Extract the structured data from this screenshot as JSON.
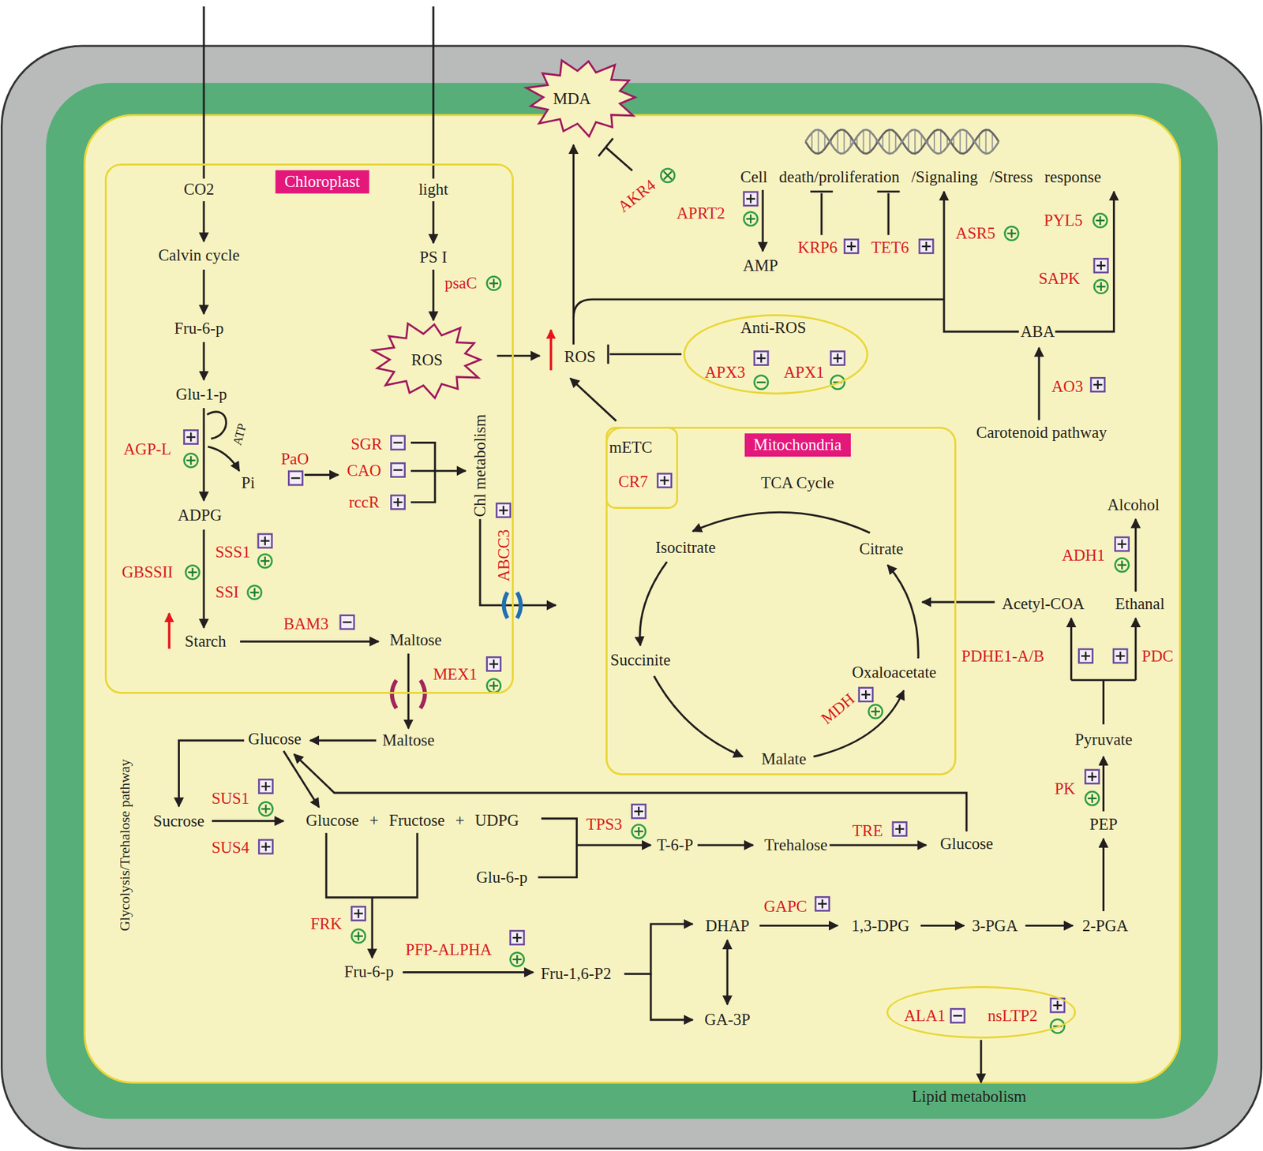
{
  "diagram": {
    "nodes": [
      {
        "text": [
          "Chloroplast"
        ]
      },
      {
        "text": [
          "ROS"
        ],
        "in": 0
      },
      {
        "text": [
          "MDA"
        ]
      },
      {
        "text": [
          "Anti-ROS",
          "APX3",
          "APX1"
        ]
      },
      {
        "text": [
          "Mitochondria"
        ]
      },
      {
        "text": [
          "mETC",
          "CR7"
        ],
        "in": 4
      },
      {
        "text": [
          "ALA1",
          "nsLTP2"
        ]
      }
    ],
    "labels": [
      "CO2",
      "light",
      "Calvin cycle",
      "PS I",
      "psaC",
      "Fru-6-p",
      "Glu-1-p",
      "AGP-L",
      "ATP",
      "Pi",
      "PaO",
      "SGR",
      "CAO",
      "rccR",
      "Chl metabolism",
      "ABCC3",
      "ADPG",
      "SSS1",
      "GBSSII",
      "SSI",
      "Starch",
      "BAM3",
      "Maltose",
      "MEX1",
      "ROS",
      "AKR4",
      "Cell death/proliferation /Signaling /Stress response",
      "APRT2",
      "AMP",
      "KRP6",
      "TET6",
      "ASR5",
      "PYL5",
      "SAPK",
      "ABA",
      "AO3",
      "Carotenoid pathway",
      "TCA Cycle",
      "Isocitrate",
      "Citrate",
      "Succinite",
      "Oxaloacetate",
      "MDH",
      "Malate",
      "Alcohol",
      "ADH1",
      "Acetyl-COA",
      "Ethanal",
      "PDHE1-A/B",
      "PDC",
      "Pyruvate",
      "PK",
      "PEP",
      "Maltose",
      "Glucose",
      "Glycolysis/Trehalose pathway",
      "SUS1",
      "Sucrose",
      "Glucose + Fructose + UDPG",
      "SUS4",
      "TPS3",
      "T-6-P",
      "Trehalose",
      "TRE",
      "Glucose",
      "Glu-6-p",
      "FRK",
      "PFP-ALPHA",
      "Fru-6-p",
      "Fru-1,6-P2",
      "DHAP",
      "GAPC",
      "1,3-DPG",
      "3-PGA",
      "2-PGA",
      "GA-3P",
      "Lipid metabolism"
    ]
  }
}
